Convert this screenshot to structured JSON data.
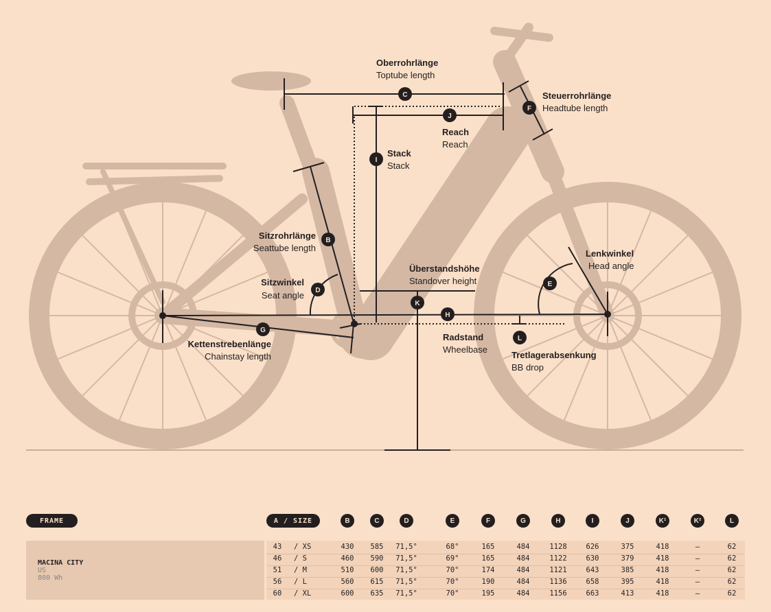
{
  "labels": {
    "C": {
      "de": "Oberrohrlänge",
      "en": "Toptube length"
    },
    "J": {
      "de": "Reach",
      "en": "Reach"
    },
    "F": {
      "de": "Steuerrohrlänge",
      "en": "Headtube length"
    },
    "I": {
      "de": "Stack",
      "en": "Stack"
    },
    "B": {
      "de": "Sitzrohrlänge",
      "en": "Seattube length"
    },
    "D": {
      "de": "Sitzwinkel",
      "en": "Seat angle"
    },
    "E": {
      "de": "Lenkwinkel",
      "en": "Head angle"
    },
    "K": {
      "de": "Überstandshöhe",
      "en": "Standover height"
    },
    "G": {
      "de": "Kettenstrebenlänge",
      "en": "Chainstay length"
    },
    "H": {
      "de": "Radstand",
      "en": "Wheelbase"
    },
    "L": {
      "de": "Tretlagerabsenkung",
      "en": "BB drop"
    }
  },
  "table": {
    "frame_label": "FRAME",
    "size_label": "A / SIZE",
    "columns": [
      "B",
      "C",
      "D",
      "E",
      "F",
      "G",
      "H",
      "I",
      "J",
      "K¹",
      "K²",
      "L"
    ],
    "model": {
      "name": "MACINA CITY",
      "variant": "US",
      "battery": "800 Wh"
    },
    "rows": [
      {
        "size": "43",
        "name": "/ XS",
        "values": [
          "430",
          "585",
          "71,5°",
          "68°",
          "165",
          "484",
          "1128",
          "626",
          "375",
          "418",
          "–",
          "62"
        ]
      },
      {
        "size": "46",
        "name": "/ S",
        "values": [
          "460",
          "590",
          "71,5°",
          "69°",
          "165",
          "484",
          "1122",
          "630",
          "379",
          "418",
          "–",
          "62"
        ]
      },
      {
        "size": "51",
        "name": "/ M",
        "values": [
          "510",
          "600",
          "71,5°",
          "70°",
          "174",
          "484",
          "1121",
          "643",
          "385",
          "418",
          "–",
          "62"
        ]
      },
      {
        "size": "56",
        "name": "/ L",
        "values": [
          "560",
          "615",
          "71,5°",
          "70°",
          "190",
          "484",
          "1136",
          "658",
          "395",
          "418",
          "–",
          "62"
        ]
      },
      {
        "size": "60",
        "name": "/ XL",
        "values": [
          "600",
          "635",
          "71,5°",
          "70°",
          "195",
          "484",
          "1156",
          "663",
          "413",
          "418",
          "–",
          "62"
        ]
      }
    ]
  },
  "colors": {
    "background": "#fbe0c9",
    "bike": "#d4b8a4",
    "ink": "#231f20"
  }
}
